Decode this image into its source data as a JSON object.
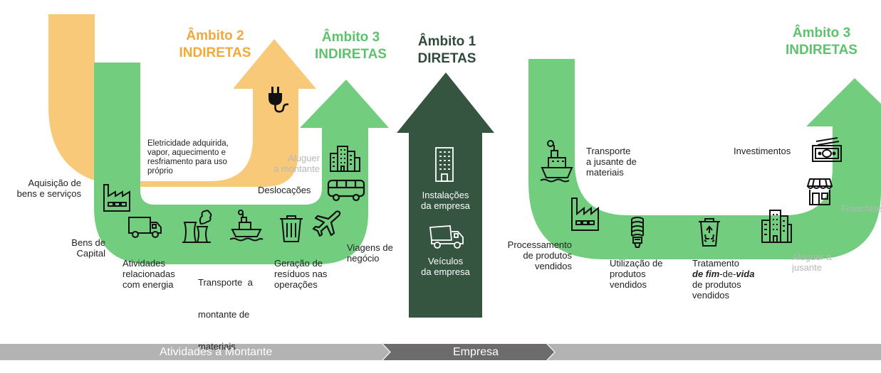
{
  "colors": {
    "orange": "#f9c97a",
    "green": "#72cd7e",
    "dark_green": "#365541",
    "title_orange": "#f2a93b",
    "title_green": "#5cc36c",
    "title_dark": "#2f4a3b",
    "bar_light": "#b3b3b3",
    "bar_dark": "#6d6b6b"
  },
  "titles": {
    "scope2": {
      "line1": "Âmbito 2",
      "line2": "INDIRETAS"
    },
    "scope3_up": {
      "line1": "Âmbito 3",
      "line2": "INDIRETAS"
    },
    "scope1": {
      "line1": "Âmbito 1",
      "line2": "DIRETAS"
    },
    "scope3_down": {
      "line1": "Âmbito 3",
      "line2": "INDIRETAS"
    }
  },
  "upstream": {
    "electricity": [
      "Eletricidade adquirida,",
      "vapor, aquecimento e",
      "resfriamento para uso",
      "próprio"
    ],
    "purchased_goods": [
      "Aquisição de",
      "bens e serviços"
    ],
    "capital_goods": [
      "Bens de",
      "Capital"
    ],
    "energy_activities": [
      "Atividades",
      "relacionadas",
      "com energia"
    ],
    "upstream_transport": [
      "Transporte  a",
      "montante de",
      "materiais"
    ],
    "waste": [
      "Geração de",
      "resíduos nas",
      "operações"
    ],
    "business_travel": [
      "Viagens de",
      "negócio"
    ],
    "commuting": "Deslocações",
    "upstream_leased": [
      "Aluguer",
      "a montante"
    ]
  },
  "company": {
    "facilities": [
      "Instalações",
      "da empresa"
    ],
    "vehicles": [
      "Veículos",
      "da empresa"
    ]
  },
  "downstream": {
    "downstream_transport": [
      "Transporte",
      "a jusante de",
      "materiais"
    ],
    "investments": "Investimentos",
    "processing": [
      "Processamento",
      "de produtos",
      "vendidos"
    ],
    "use_of_products": [
      "Utilização de",
      "produtos",
      "vendidos"
    ],
    "end_of_life": {
      "line1": "Tratamento",
      "italic_a": "de fim",
      "mid": "-de-",
      "italic_b": "vida",
      "line3": "de produtos",
      "line4": "vendidos"
    },
    "franchises": "Franchises",
    "downstream_leased": [
      "Aluguer a",
      "jusante"
    ]
  },
  "bottom_bar": {
    "upstream_label": "Atividades a Montante",
    "company_label": "Empresa"
  },
  "icons": [
    "plug-icon",
    "city-buildings-icon",
    "bus-icon",
    "airplane-icon",
    "factory-icon",
    "truck-icon",
    "power-plant-icon",
    "cargo-ship-icon",
    "trash-bin-icon",
    "office-building-icon",
    "dump-truck-icon",
    "money-icon",
    "storefront-icon",
    "lightbulb-icon",
    "recycle-bin-icon"
  ]
}
